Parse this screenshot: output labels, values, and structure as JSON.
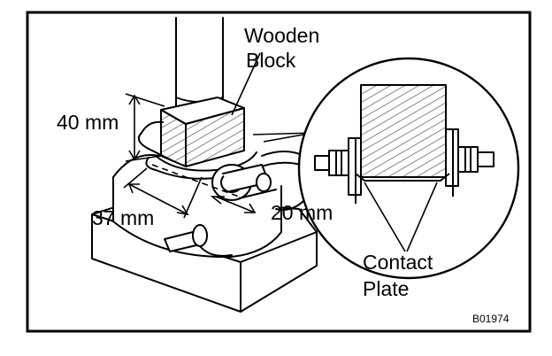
{
  "labels": {
    "wooden_block_line1": "Wooden",
    "wooden_block_line2": "Block",
    "dim_height": "40 mm",
    "dim_width": "37 mm",
    "dim_depth": "20 mm",
    "contact_plate_line1": "Contact",
    "contact_plate_line2": "Plate",
    "figure_code": "B01974"
  },
  "colors": {
    "line": "#000000",
    "background": "#ffffff",
    "hatch": "#555555"
  }
}
